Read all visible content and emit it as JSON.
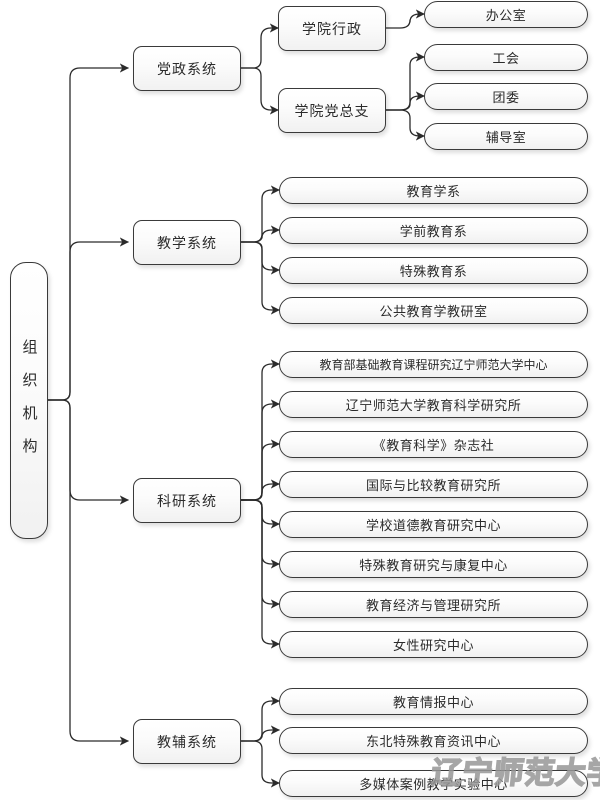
{
  "diagram": {
    "type": "organizational-tree",
    "orientation": "left-to-right",
    "root": {
      "label": "组织机构",
      "label_chars": "组 织 机 构"
    },
    "watermark": "辽宁师范大学",
    "branches": [
      {
        "id": "party-admin",
        "label": "党政系统",
        "children": [
          {
            "id": "college-admin",
            "label": "学院行政",
            "children": [
              {
                "id": "office",
                "label": "办公室"
              }
            ]
          },
          {
            "id": "party-branch",
            "label": "学院党总支",
            "children": [
              {
                "id": "union",
                "label": "工会"
              },
              {
                "id": "youth-league",
                "label": "团委"
              },
              {
                "id": "counselor-office",
                "label": "辅导室"
              }
            ]
          }
        ]
      },
      {
        "id": "teaching",
        "label": "教学系统",
        "children": [
          {
            "id": "edu-dept",
            "label": "教育学系"
          },
          {
            "id": "preschool-edu-dept",
            "label": "学前教育系"
          },
          {
            "id": "special-edu-dept",
            "label": "特殊教育系"
          },
          {
            "id": "public-pedagogy-office",
            "label": "公共教育学教研室"
          }
        ]
      },
      {
        "id": "research",
        "label": "科研系统",
        "children": [
          {
            "id": "moe-basic-edu-center",
            "label": "教育部基础教育课程研究辽宁师范大学中心"
          },
          {
            "id": "lnnu-edu-science-institute",
            "label": "辽宁师范大学教育科学研究所"
          },
          {
            "id": "edu-science-journal",
            "label": "《教育科学》杂志社"
          },
          {
            "id": "intl-comparative-edu-institute",
            "label": "国际与比较教育研究所"
          },
          {
            "id": "school-moral-edu-center",
            "label": "学校道德教育研究中心"
          },
          {
            "id": "special-edu-rehab-center",
            "label": "特殊教育研究与康复中心"
          },
          {
            "id": "edu-econ-mgmt-institute",
            "label": "教育经济与管理研究所"
          },
          {
            "id": "women-research-center",
            "label": "女性研究中心"
          }
        ]
      },
      {
        "id": "teaching-support",
        "label": "教辅系统",
        "children": [
          {
            "id": "edu-info-center",
            "label": "教育情报中心"
          },
          {
            "id": "northeast-special-edu-info-center",
            "label": "东北特殊教育资讯中心"
          },
          {
            "id": "multimedia-case-teaching-lab",
            "label": "多媒体案例教学实验中心"
          }
        ]
      }
    ]
  },
  "colors": {
    "background": "#ffffff",
    "node_border": "#3a3a3a",
    "node_fill_top": "#ffffff",
    "node_fill_bottom": "#f1f1f1",
    "text": "#2b2b2b",
    "connector": "#2b2b2b",
    "watermark": "#969696"
  }
}
